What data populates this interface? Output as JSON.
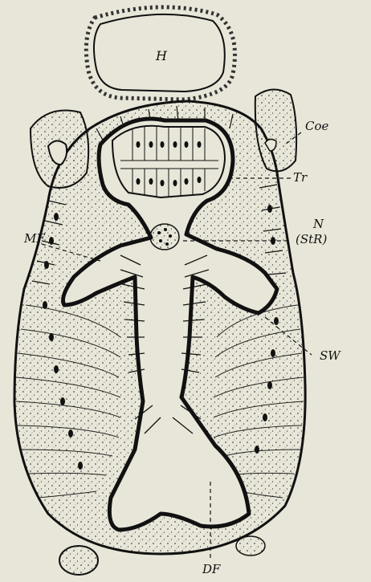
{
  "figure": {
    "background": "#e8e6d8",
    "ink": "#111111",
    "labels": {
      "H": "H",
      "Coe": "Coe",
      "Tr": "Tr",
      "MF": "MF",
      "N": "N",
      "StR": "(StR)",
      "SW": "SW",
      "DF": "DF"
    }
  }
}
